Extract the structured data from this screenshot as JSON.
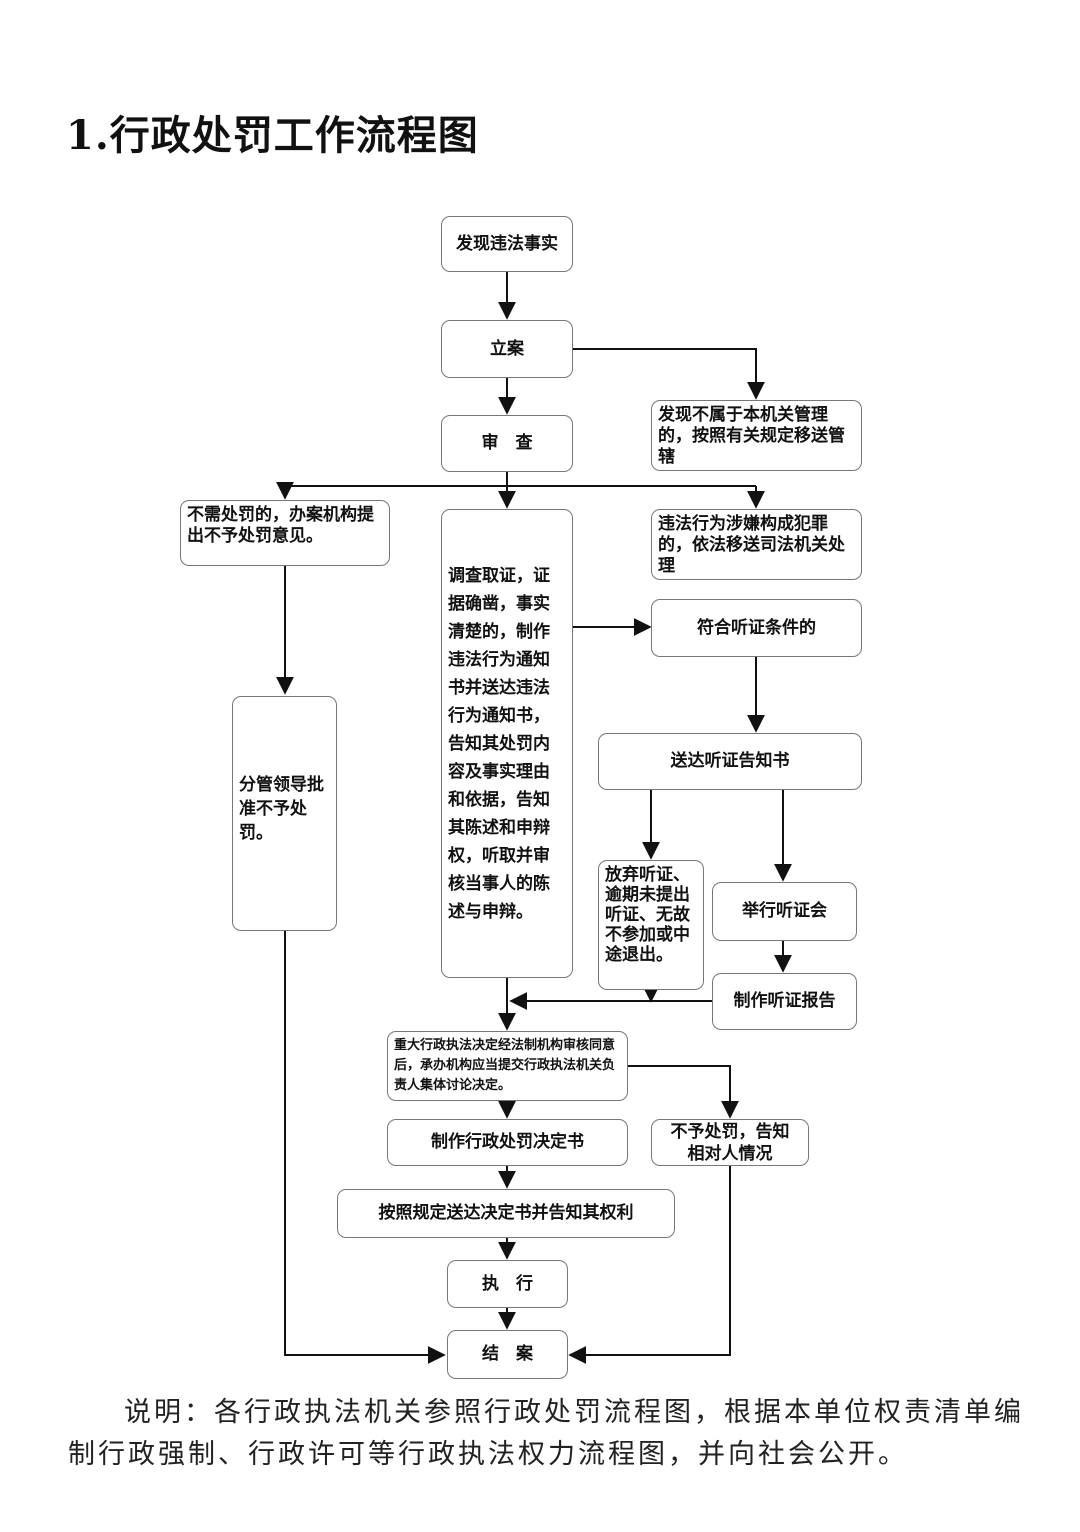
{
  "title": "1.行政处罚工作流程图",
  "nodes": {
    "discover": "发现违法事实",
    "file_case": "立案",
    "review": "审　查",
    "not_jurisdiction": "发现不属于本机关管理的，按照有关规定移送管辖",
    "no_penalty_needed": "不需处罚的，办案机构提出不予处罚意见。",
    "crime_transfer": "违法行为涉嫌构成犯罪的，依法移送司法机关处理",
    "investigate": "调查取证，证据确凿，事实清楚的，制作违法行为通知书并送达违法行为通知书，告知其处罚内容及事实理由和依据，告知其陈述和申辩权，听取并审核当事人的陈述与申辩。",
    "hearing_eligible": "符合听证条件的",
    "leader_approve": "分管领导批准不予处罚。",
    "hearing_notice": "送达听证告知书",
    "waive_hearing": "放弃听证、逾期未提出听证、无故不参加或中途退出。",
    "hold_hearing": "举行听证会",
    "hearing_report": "制作听证报告",
    "major_decision": "重大行政执法决定经法制机构审核同意后，承办机构应当提交行政执法机关负责人集体讨论决定。",
    "no_penalty_notify": "不予处罚，告知相对人情况",
    "make_decision": "制作行政处罚决定书",
    "deliver_decision": "按照规定送达决定书并告知其权利",
    "execute": "执　行",
    "close_case": "结　案"
  },
  "note": "说明：各行政执法机关参照行政处罚流程图，根据本单位权责清单编制行政强制、行政许可等行政执法权力流程图，并向社会公开。"
}
